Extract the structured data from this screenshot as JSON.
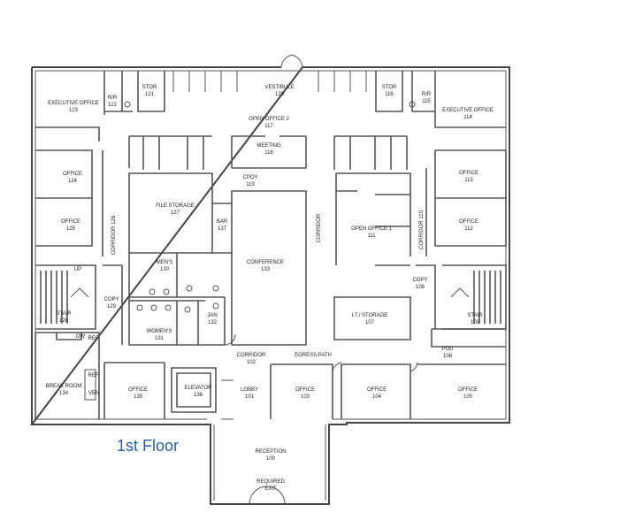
{
  "title": "1st Floor",
  "accent_color": "#2a5fa5",
  "rooms": [
    {
      "id": "executive-office-123",
      "name": "EXECUTIVE OFFICE",
      "number": "123"
    },
    {
      "id": "rr-122",
      "name": "R/R",
      "number": "122"
    },
    {
      "id": "stor-121",
      "name": "STOR",
      "number": "121"
    },
    {
      "id": "vestibule-120",
      "name": "VESTIBULE",
      "number": "120"
    },
    {
      "id": "stor-116",
      "name": "STOR",
      "number": "116"
    },
    {
      "id": "rr-115",
      "name": "R/R",
      "number": "115"
    },
    {
      "id": "executive-office-114",
      "name": "EXECUTIVE OFFICE",
      "number": "114"
    },
    {
      "id": "open-office-2-117",
      "name": "OPEN OFFICE 2",
      "number": "117"
    },
    {
      "id": "meeting-118",
      "name": "MEETING",
      "number": "118"
    },
    {
      "id": "cpoy-119",
      "name": "CPOY",
      "number": "119"
    },
    {
      "id": "office-124",
      "name": "OFFICE",
      "number": "124"
    },
    {
      "id": "office-113",
      "name": "OFFICE",
      "number": "113"
    },
    {
      "id": "file-storage-127",
      "name": "FILE STORAGE",
      "number": "127"
    },
    {
      "id": "office-125",
      "name": "OFFICE",
      "number": "125"
    },
    {
      "id": "bar-137",
      "name": "BAR",
      "number": "137"
    },
    {
      "id": "open-office-1-111",
      "name": "OPEN OFFICE 1",
      "number": "111"
    },
    {
      "id": "office-112",
      "name": "OFFICE",
      "number": "112"
    },
    {
      "id": "mens-130",
      "name": "MEN'S",
      "number": "130"
    },
    {
      "id": "conference-133",
      "name": "CONFERENCE",
      "number": "133"
    },
    {
      "id": "copy-108",
      "name": "COPY",
      "number": "108"
    },
    {
      "id": "copy-129",
      "name": "COPY",
      "number": "129"
    },
    {
      "id": "it-storage-107",
      "name": "I.T./ STORAGE",
      "number": "107"
    },
    {
      "id": "stair-128",
      "name": "STAIR",
      "number": "128"
    },
    {
      "id": "jan-132",
      "name": "JAN",
      "number": "132"
    },
    {
      "id": "stair-109",
      "name": "STAIR",
      "number": "109"
    },
    {
      "id": "womens-131",
      "name": "WOMEN'S",
      "number": "131"
    },
    {
      "id": "pod-106",
      "name": "POD",
      "number": "106"
    },
    {
      "id": "corridor-102",
      "name": "CORRIDOR",
      "number": "102"
    },
    {
      "id": "break-room-134",
      "name": "BREAK ROOM",
      "number": "134"
    },
    {
      "id": "office-135",
      "name": "OFFICE",
      "number": "135"
    },
    {
      "id": "elevator-136",
      "name": "ELEVATOR",
      "number": "136"
    },
    {
      "id": "lobby-101",
      "name": "LOBBY",
      "number": "101"
    },
    {
      "id": "office-103",
      "name": "OFFICE",
      "number": "103"
    },
    {
      "id": "office-104",
      "name": "OFFICE",
      "number": "104"
    },
    {
      "id": "office-105",
      "name": "OFFICE",
      "number": "105"
    },
    {
      "id": "reception-100",
      "name": "RECEPTION",
      "number": "100"
    },
    {
      "id": "required-exit",
      "name": "REQUIRED",
      "number": "EXIT"
    }
  ],
  "vertical_labels": [
    {
      "id": "corridor-126",
      "text": "CORRIDOR 126"
    },
    {
      "id": "corridor-center",
      "text": "CORRIDOR"
    },
    {
      "id": "corridor-110",
      "text": "CORRIDOR 110"
    }
  ],
  "misc_labels": [
    {
      "id": "up",
      "text": "UP"
    },
    {
      "id": "dw",
      "text": "DW"
    },
    {
      "id": "ref-1",
      "text": "REF."
    },
    {
      "id": "ref-2",
      "text": "REF."
    },
    {
      "id": "ven",
      "text": "VEN"
    },
    {
      "id": "egress-path",
      "text": "EGRESS PATH"
    }
  ]
}
